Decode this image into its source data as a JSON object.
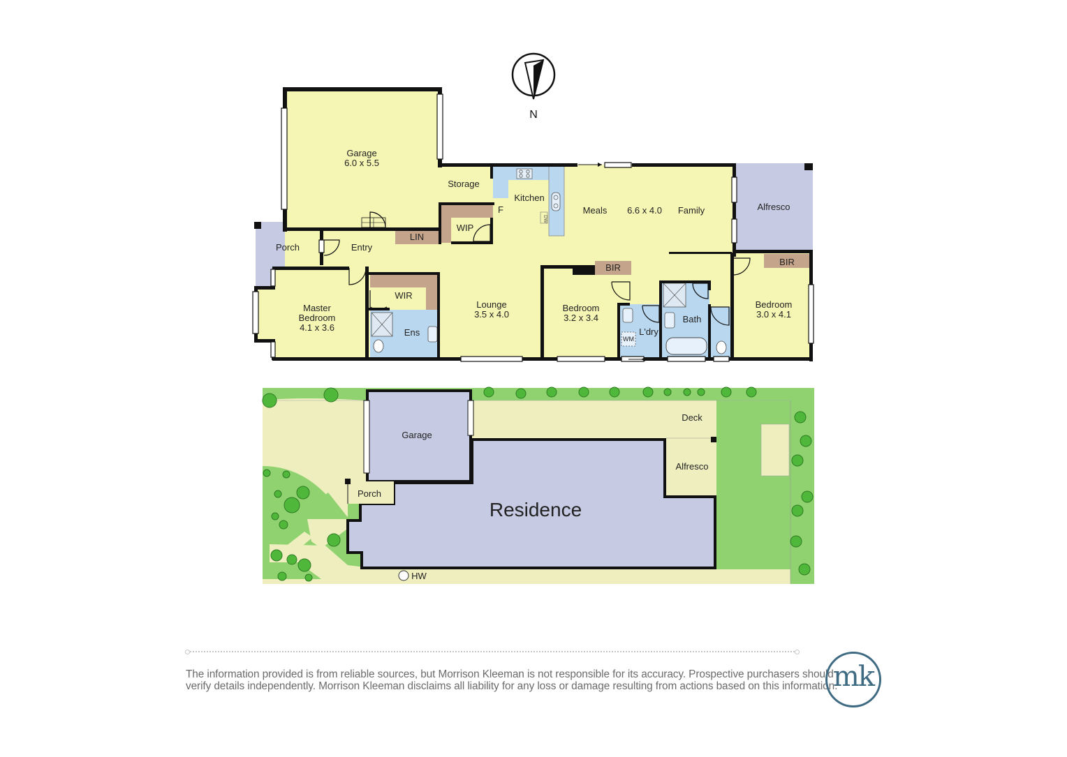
{
  "compass": {
    "label": "N"
  },
  "floor_plan": {
    "rooms": {
      "garage": {
        "name": "Garage",
        "size": "6.0 x 5.5"
      },
      "storage": {
        "name": "Storage"
      },
      "kitchen": {
        "name": "Kitchen"
      },
      "fridge": {
        "name": "F"
      },
      "wip": {
        "name": "WIP"
      },
      "lin": {
        "name": "LIN"
      },
      "entry": {
        "name": "Entry"
      },
      "porch": {
        "name": "Porch"
      },
      "meals": {
        "name": "Meals"
      },
      "family_size": {
        "size": "6.6 x 4.0"
      },
      "family": {
        "name": "Family"
      },
      "alfresco": {
        "name": "Alfresco"
      },
      "master_bedroom": {
        "name_line1": "Master",
        "name_line2": "Bedroom",
        "size": "4.1 x 3.6"
      },
      "wir": {
        "name": "WIR"
      },
      "ens": {
        "name": "Ens"
      },
      "lounge": {
        "name": "Lounge",
        "size": "3.5 x 4.0"
      },
      "bedroom2": {
        "name": "Bedroom",
        "size": "3.2 x 3.4"
      },
      "bir2": {
        "name": "BIR"
      },
      "laundry": {
        "name": "L'dry"
      },
      "wm": {
        "name": "WM"
      },
      "bath": {
        "name": "Bath"
      },
      "bedroom3": {
        "name": "Bedroom",
        "size": "3.0 x 4.1"
      },
      "bir3": {
        "name": "BIR"
      },
      "dw": {
        "name": "DW"
      }
    }
  },
  "site_plan": {
    "garage": "Garage",
    "porch": "Porch",
    "residence": "Residence",
    "deck": "Deck",
    "alfresco": "Alfresco",
    "hw": "HW"
  },
  "footer": {
    "disclaimer_line1": "The information provided is from reliable sources, but Morrison Kleeman is not responsible for its accuracy. Prospective purchasers should",
    "disclaimer_line2": "verify details independently. Morrison Kleeman disclaims all liability for any loss or damage resulting from actions based on this information.",
    "logo_text": "mk"
  },
  "colors": {
    "living": "#f5f6b4",
    "garage": "#f5f6b4",
    "wet": "#b9d7ee",
    "storage": "#c4a48a",
    "outdoor": "#c6cbe3",
    "site_building": "#c6cbe3",
    "lawn": "#8fd26f",
    "paving": "#eeeebf",
    "wall": "#111111"
  }
}
